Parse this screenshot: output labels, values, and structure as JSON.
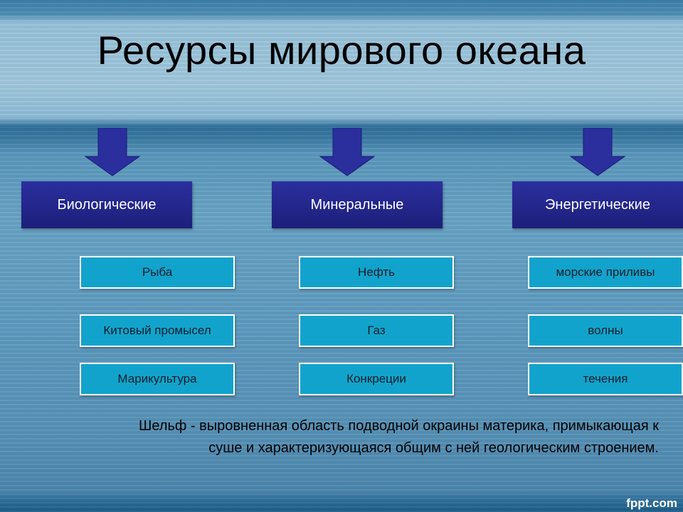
{
  "title": "Ресурсы мирового океана",
  "categories": [
    {
      "label": "Биологические",
      "items": [
        "Рыба",
        "Китовый промысел",
        "Марикультура"
      ]
    },
    {
      "label": "Минеральные",
      "items": [
        "Нефть",
        "Газ",
        "Конкреции"
      ]
    },
    {
      "label": "Энергетические",
      "items": [
        "морские приливы",
        "волны",
        "течения"
      ]
    }
  ],
  "definition_line1": "Шельф - выровненная область подводной окраины материка, примыкающая к",
  "definition_line2": "суше и характеризующаяся общим с ней геологическим строением.",
  "watermark": "fppt.com",
  "colors": {
    "category_box": "#1d1f7a",
    "item_box": "#12a3cc",
    "arrow": "#2b2f9e"
  }
}
